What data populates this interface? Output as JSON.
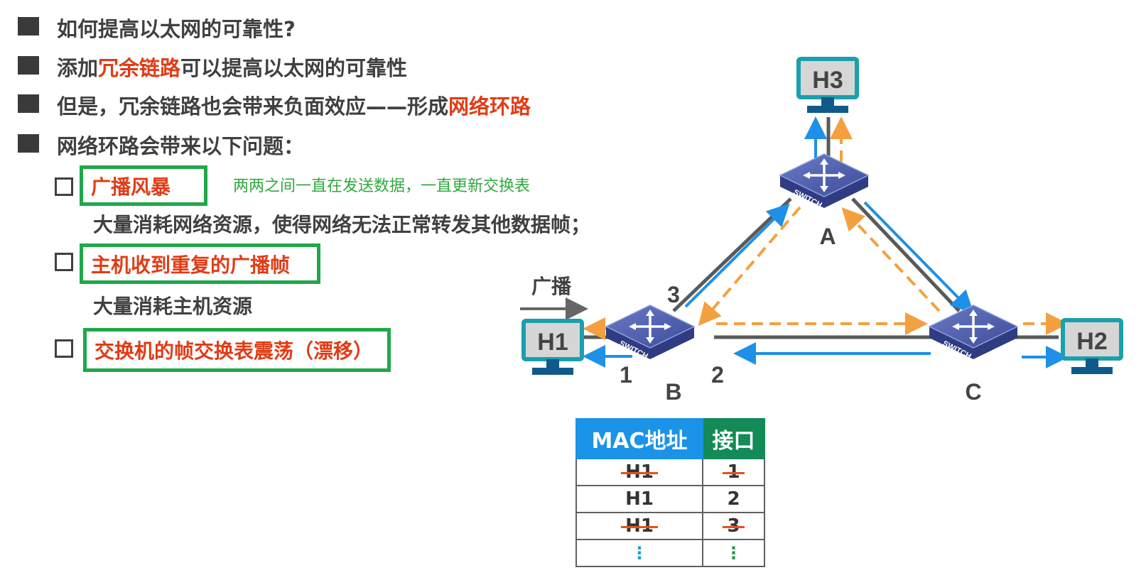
{
  "bullets": [
    {
      "text": "如何提高以太网的可靠性?"
    },
    {
      "pre": "添加",
      "red": "冗余链路",
      "post": "可以提高以太网的可靠性"
    },
    {
      "pre": "但是，冗余链路也会带来负面效应——形成",
      "red": "网络环路"
    },
    {
      "text": "网络环路会带来以下问题："
    }
  ],
  "problems": [
    {
      "title": "广播风暴",
      "note": "两两之间一直在发送数据，一直更新交换表",
      "desc": "大量消耗网络资源，使得网络无法正常转发其他数据帧；"
    },
    {
      "title": "主机收到重复的广播帧",
      "desc": "大量消耗主机资源"
    },
    {
      "title": "交换机的帧交换表震荡（漂移）"
    }
  ],
  "diagram": {
    "broadcast_label": "广播",
    "hosts": {
      "h1": "H1",
      "h2": "H2",
      "h3": "H3"
    },
    "switches": {
      "a": "A",
      "b": "B",
      "c": "C"
    },
    "switch_text": "SWITCH",
    "ports": {
      "p1": "1",
      "p2": "2",
      "p3": "3"
    },
    "colors": {
      "blue": "#1e90e8",
      "orange": "#f4a040",
      "link": "#5a5a5a"
    }
  },
  "mac_table": {
    "headers": {
      "mac": "MAC地址",
      "port": "接口"
    },
    "header_colors": {
      "mac": "#1a93e8",
      "port": "#138a57"
    },
    "rows": [
      {
        "mac": "H1",
        "port": "1",
        "struck": true
      },
      {
        "mac": "H1",
        "port": "2",
        "struck": false
      },
      {
        "mac": "H1",
        "port": "3",
        "struck": true
      }
    ],
    "ellipsis": "⋮"
  }
}
